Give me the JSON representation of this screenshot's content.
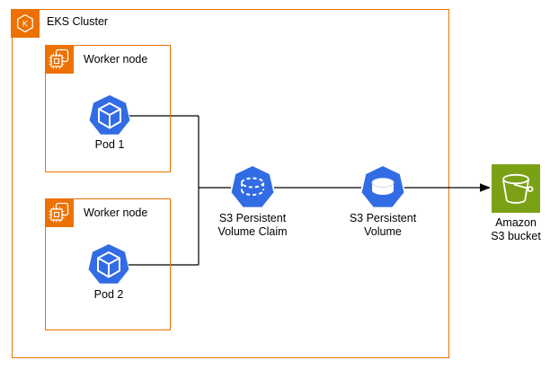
{
  "cluster": {
    "label": "EKS Cluster"
  },
  "worker_nodes": [
    {
      "label": "Worker node",
      "pod_label": "Pod 1"
    },
    {
      "label": "Worker node",
      "pod_label": "Pod 2"
    }
  ],
  "pvc": {
    "line1": "S3 Persistent",
    "line2": "Volume Claim"
  },
  "pv": {
    "line1": "S3 Persistent",
    "line2": "Volume"
  },
  "s3": {
    "line1": "Amazon",
    "line2": "S3 bucket"
  },
  "icons": {
    "cluster": "eks-cluster-icon",
    "worker": "ec2-instance-icon",
    "pod": "kubernetes-pod-icon",
    "pvc": "persistent-volume-claim-icon",
    "pv": "persistent-volume-icon",
    "s3": "s3-bucket-icon"
  },
  "colors": {
    "aws_orange": "#ED7100",
    "kubernetes_blue": "#326CE5",
    "s3_green": "#7AA116",
    "connector_black": "#000000"
  }
}
